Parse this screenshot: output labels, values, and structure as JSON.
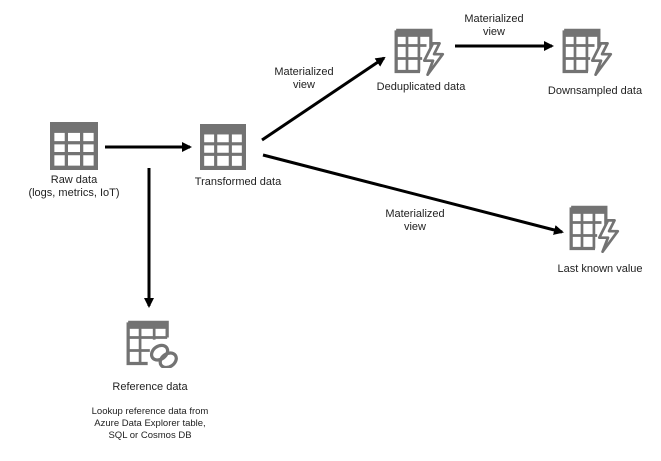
{
  "nodes": {
    "raw": {
      "label": "Raw data",
      "sublabel": "(logs, metrics, IoT)",
      "icon": "table-icon"
    },
    "transformed": {
      "label": "Transformed data",
      "icon": "table-icon"
    },
    "deduplicated": {
      "label": "Deduplicated data",
      "icon": "materialized-table-icon"
    },
    "downsampled": {
      "label": "Downsampled data",
      "icon": "materialized-table-icon"
    },
    "last_known": {
      "label": "Last known value",
      "icon": "materialized-table-icon"
    },
    "reference": {
      "label": "Reference data",
      "icon": "linked-table-icon",
      "note_lines": [
        "Lookup reference data from",
        "Azure Data Explorer table,",
        "SQL or Cosmos DB"
      ]
    }
  },
  "edges": {
    "transformed_to_deduplicated": [
      "Materialized",
      "view"
    ],
    "deduplicated_to_downsampled": [
      "Materialized",
      "view"
    ],
    "transformed_to_last_known": [
      "Materialized",
      "view"
    ]
  },
  "colors": {
    "icon": "#737373",
    "arrow": "#000000",
    "text": "#222222"
  }
}
